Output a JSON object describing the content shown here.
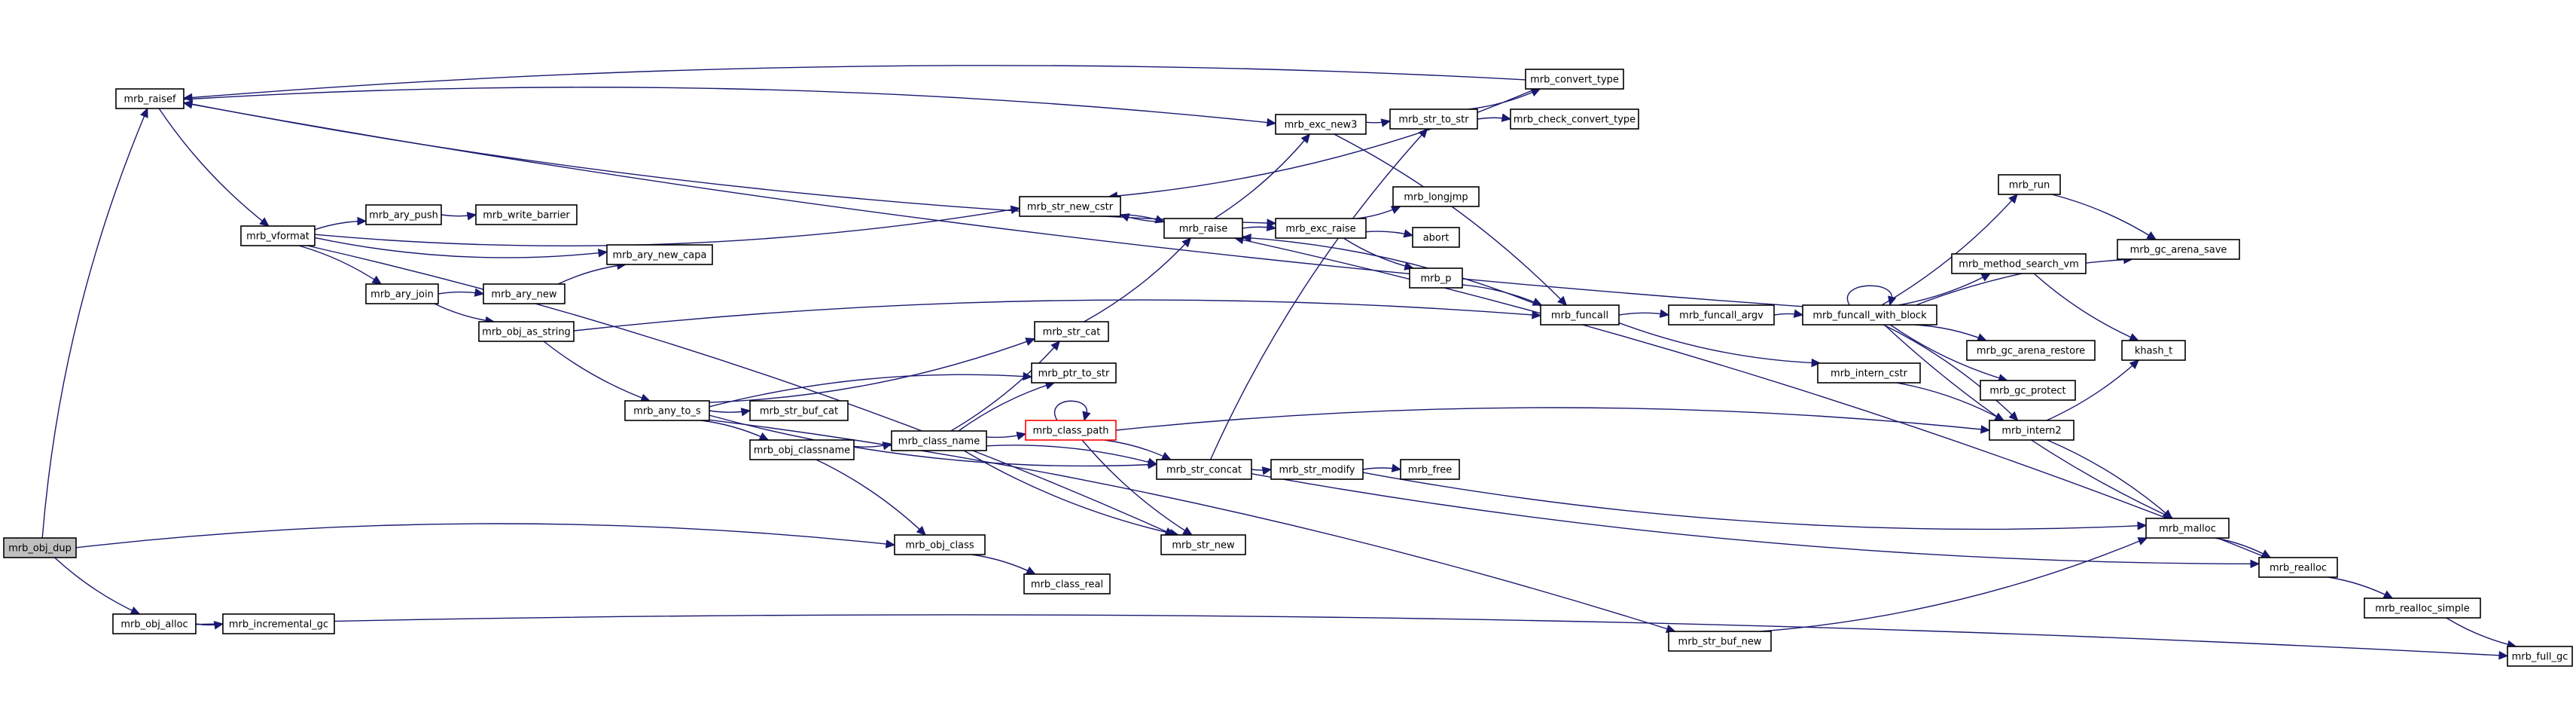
{
  "graph": {
    "edge_color": "#191970",
    "root_fill": "#bfbfbf",
    "highlight_border": "#ff0000",
    "nodes": [
      {
        "id": "obj_dup",
        "label": "mrb_obj_dup"
      },
      {
        "id": "raisef",
        "label": "mrb_raisef"
      },
      {
        "id": "obj_alloc",
        "label": "mrb_obj_alloc"
      },
      {
        "id": "incremental_gc",
        "label": "mrb_incremental_gc"
      },
      {
        "id": "vformat",
        "label": "mrb_vformat"
      },
      {
        "id": "ary_push",
        "label": "mrb_ary_push"
      },
      {
        "id": "write_barrier",
        "label": "mrb_write_barrier"
      },
      {
        "id": "ary_new_capa",
        "label": "mrb_ary_new_capa"
      },
      {
        "id": "ary_join",
        "label": "mrb_ary_join"
      },
      {
        "id": "ary_new",
        "label": "mrb_ary_new"
      },
      {
        "id": "obj_as_string",
        "label": "mrb_obj_as_string"
      },
      {
        "id": "any_to_s",
        "label": "mrb_any_to_s"
      },
      {
        "id": "str_buf_cat",
        "label": "mrb_str_buf_cat"
      },
      {
        "id": "obj_classname",
        "label": "mrb_obj_classname"
      },
      {
        "id": "class_name",
        "label": "mrb_class_name"
      },
      {
        "id": "obj_class",
        "label": "mrb_obj_class"
      },
      {
        "id": "class_real",
        "label": "mrb_class_real"
      },
      {
        "id": "str_new_cstr",
        "label": "mrb_str_new_cstr"
      },
      {
        "id": "str_cat",
        "label": "mrb_str_cat"
      },
      {
        "id": "ptr_to_str",
        "label": "mrb_ptr_to_str"
      },
      {
        "id": "class_path",
        "label": "mrb_class_path"
      },
      {
        "id": "str_concat",
        "label": "mrb_str_concat"
      },
      {
        "id": "str_new",
        "label": "mrb_str_new"
      },
      {
        "id": "raise",
        "label": "mrb_raise"
      },
      {
        "id": "exc_new3",
        "label": "mrb_exc_new3"
      },
      {
        "id": "str_modify",
        "label": "mrb_str_modify"
      },
      {
        "id": "free",
        "label": "mrb_free"
      },
      {
        "id": "str_to_str",
        "label": "mrb_str_to_str"
      },
      {
        "id": "convert_type",
        "label": "mrb_convert_type"
      },
      {
        "id": "check_convert_type",
        "label": "mrb_check_convert_type"
      },
      {
        "id": "exc_raise",
        "label": "mrb_exc_raise"
      },
      {
        "id": "longjmp",
        "label": "mrb_longjmp"
      },
      {
        "id": "abort",
        "label": "abort"
      },
      {
        "id": "mrb_p",
        "label": "mrb_p"
      },
      {
        "id": "funcall",
        "label": "mrb_funcall"
      },
      {
        "id": "funcall_argv",
        "label": "mrb_funcall_argv"
      },
      {
        "id": "funcall_with_block",
        "label": "mrb_funcall_with_block"
      },
      {
        "id": "intern_cstr",
        "label": "mrb_intern_cstr"
      },
      {
        "id": "intern2",
        "label": "mrb_intern2"
      },
      {
        "id": "str_buf_new",
        "label": "mrb_str_buf_new"
      },
      {
        "id": "malloc",
        "label": "mrb_malloc"
      },
      {
        "id": "realloc",
        "label": "mrb_realloc"
      },
      {
        "id": "realloc_simple",
        "label": "mrb_realloc_simple"
      },
      {
        "id": "full_gc",
        "label": "mrb_full_gc"
      },
      {
        "id": "run",
        "label": "mrb_run"
      },
      {
        "id": "gc_arena_save",
        "label": "mrb_gc_arena_save"
      },
      {
        "id": "method_search_vm",
        "label": "mrb_method_search_vm"
      },
      {
        "id": "khash_t",
        "label": "khash_t"
      },
      {
        "id": "gc_arena_restore",
        "label": "mrb_gc_arena_restore"
      },
      {
        "id": "gc_protect",
        "label": "mrb_gc_protect"
      }
    ],
    "edges": [
      [
        "obj_dup",
        "raisef"
      ],
      [
        "obj_dup",
        "obj_alloc"
      ],
      [
        "obj_dup",
        "obj_class"
      ],
      [
        "obj_alloc",
        "incremental_gc"
      ],
      [
        "obj_alloc",
        "full_gc"
      ],
      [
        "raisef",
        "vformat"
      ],
      [
        "raisef",
        "exc_new3"
      ],
      [
        "raisef",
        "exc_raise"
      ],
      [
        "vformat",
        "ary_push"
      ],
      [
        "vformat",
        "ary_new_capa"
      ],
      [
        "vformat",
        "ary_join"
      ],
      [
        "vformat",
        "str_new_cstr"
      ],
      [
        "vformat",
        "str_new"
      ],
      [
        "ary_push",
        "write_barrier"
      ],
      [
        "ary_join",
        "ary_new"
      ],
      [
        "ary_join",
        "obj_as_string"
      ],
      [
        "ary_new",
        "ary_new_capa"
      ],
      [
        "obj_as_string",
        "any_to_s"
      ],
      [
        "obj_as_string",
        "funcall"
      ],
      [
        "any_to_s",
        "str_cat"
      ],
      [
        "any_to_s",
        "ptr_to_str"
      ],
      [
        "any_to_s",
        "str_buf_cat"
      ],
      [
        "any_to_s",
        "obj_classname"
      ],
      [
        "any_to_s",
        "str_concat"
      ],
      [
        "any_to_s",
        "str_buf_new"
      ],
      [
        "obj_classname",
        "class_name"
      ],
      [
        "obj_classname",
        "obj_class"
      ],
      [
        "class_name",
        "str_cat"
      ],
      [
        "class_name",
        "ptr_to_str"
      ],
      [
        "class_name",
        "class_path"
      ],
      [
        "class_name",
        "str_concat"
      ],
      [
        "class_name",
        "str_new"
      ],
      [
        "obj_class",
        "class_real"
      ],
      [
        "class_path",
        "class_path"
      ],
      [
        "class_path",
        "str_concat"
      ],
      [
        "class_path",
        "str_new"
      ],
      [
        "class_path",
        "intern2"
      ],
      [
        "str_cat",
        "raise"
      ],
      [
        "str_new_cstr",
        "raise"
      ],
      [
        "str_concat",
        "str_modify"
      ],
      [
        "str_concat",
        "str_to_str"
      ],
      [
        "str_concat",
        "realloc"
      ],
      [
        "str_modify",
        "free"
      ],
      [
        "str_modify",
        "malloc"
      ],
      [
        "raise",
        "str_new_cstr"
      ],
      [
        "raise",
        "exc_new3"
      ],
      [
        "raise",
        "exc_raise"
      ],
      [
        "exc_new3",
        "str_to_str"
      ],
      [
        "exc_new3",
        "funcall"
      ],
      [
        "str_to_str",
        "convert_type"
      ],
      [
        "str_to_str",
        "check_convert_type"
      ],
      [
        "convert_type",
        "raisef"
      ],
      [
        "convert_type",
        "str_new_cstr"
      ],
      [
        "exc_raise",
        "longjmp"
      ],
      [
        "exc_raise",
        "abort"
      ],
      [
        "exc_raise",
        "mrb_p"
      ],
      [
        "mrb_p",
        "funcall"
      ],
      [
        "funcall",
        "raise"
      ],
      [
        "funcall",
        "funcall_argv"
      ],
      [
        "funcall",
        "intern_cstr"
      ],
      [
        "funcall_argv",
        "funcall_with_block"
      ],
      [
        "funcall_with_block",
        "funcall_with_block"
      ],
      [
        "funcall_with_block",
        "raisef"
      ],
      [
        "funcall_with_block",
        "run"
      ],
      [
        "funcall_with_block",
        "gc_arena_save"
      ],
      [
        "funcall_with_block",
        "method_search_vm"
      ],
      [
        "funcall_with_block",
        "gc_arena_restore"
      ],
      [
        "funcall_with_block",
        "gc_protect"
      ],
      [
        "funcall_with_block",
        "intern2"
      ],
      [
        "funcall_with_block",
        "malloc"
      ],
      [
        "run",
        "gc_arena_save"
      ],
      [
        "method_search_vm",
        "khash_t"
      ],
      [
        "intern_cstr",
        "intern2"
      ],
      [
        "intern2",
        "khash_t"
      ],
      [
        "intern2",
        "malloc"
      ],
      [
        "str_buf_new",
        "malloc"
      ],
      [
        "malloc",
        "realloc"
      ],
      [
        "realloc",
        "raise"
      ],
      [
        "realloc",
        "realloc_simple"
      ],
      [
        "realloc_simple",
        "full_gc"
      ]
    ]
  }
}
